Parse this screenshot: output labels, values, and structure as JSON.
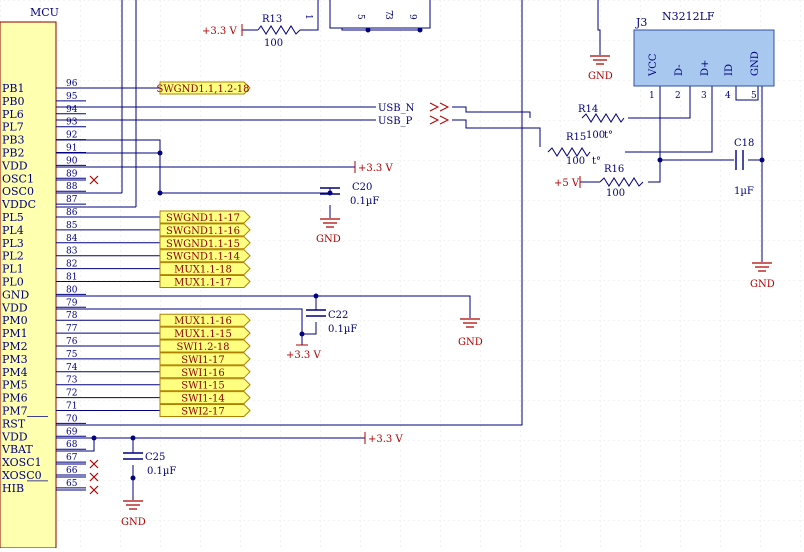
{
  "mcu": {
    "title": "MCU",
    "pins": [
      {
        "name": "PB1",
        "num": "96"
      },
      {
        "name": "PB0",
        "num": "95"
      },
      {
        "name": "PL6",
        "num": "94"
      },
      {
        "name": "PL7",
        "num": "93"
      },
      {
        "name": "PB3",
        "num": "92"
      },
      {
        "name": "PB2",
        "num": "91"
      },
      {
        "name": "VDD",
        "num": "90"
      },
      {
        "name": "OSC1",
        "num": "89"
      },
      {
        "name": "OSC0",
        "num": "88"
      },
      {
        "name": "VDDC",
        "num": "87"
      },
      {
        "name": "PL5",
        "num": "86"
      },
      {
        "name": "PL4",
        "num": "85"
      },
      {
        "name": "PL3",
        "num": "84"
      },
      {
        "name": "PL2",
        "num": "83"
      },
      {
        "name": "PL1",
        "num": "82"
      },
      {
        "name": "PL0",
        "num": "81"
      },
      {
        "name": "GND",
        "num": "80"
      },
      {
        "name": "VDD",
        "num": "79"
      },
      {
        "name": "PM0",
        "num": "78"
      },
      {
        "name": "PM1",
        "num": "77"
      },
      {
        "name": "PM2",
        "num": "76"
      },
      {
        "name": "PM3",
        "num": "75"
      },
      {
        "name": "PM4",
        "num": "74"
      },
      {
        "name": "PM5",
        "num": "73"
      },
      {
        "name": "PM6",
        "num": "72"
      },
      {
        "name": "PM7",
        "num": "71"
      },
      {
        "name": "RST",
        "num": "70"
      },
      {
        "name": "VDD",
        "num": "69"
      },
      {
        "name": "VBAT",
        "num": "68"
      },
      {
        "name": "XOSC1",
        "num": "67"
      },
      {
        "name": "XOSC0",
        "num": "66"
      },
      {
        "name": "HIB",
        "num": "65"
      }
    ]
  },
  "net_tags": [
    {
      "label": "SWGND1.1,1.2-18",
      "row": 0
    },
    {
      "label": "SWGND1.1-17",
      "row": 10
    },
    {
      "label": "SWGND1.1-16",
      "row": 11
    },
    {
      "label": "SWGND1.1-15",
      "row": 12
    },
    {
      "label": "SWGND1.1-14",
      "row": 13
    },
    {
      "label": "MUX1.1-18",
      "row": 14
    },
    {
      "label": "MUX1.1-17",
      "row": 15
    },
    {
      "label": "MUX1.1-16",
      "row": 18
    },
    {
      "label": "MUX1.1-15",
      "row": 19
    },
    {
      "label": "SWI1.2-18",
      "row": 20
    },
    {
      "label": "SWI1-17",
      "row": 21
    },
    {
      "label": "SWI1-16",
      "row": 22
    },
    {
      "label": "SWI1-15",
      "row": 23
    },
    {
      "label": "SWI1-14",
      "row": 24
    },
    {
      "label": "SWI2-17",
      "row": 25
    }
  ],
  "net_labels": {
    "usb_n": "USB_N",
    "usb_p": "USB_P"
  },
  "power": {
    "p33_top": "+3.3 V",
    "p33_mid": "+3.3 V",
    "p33_pm": "+3.3 V",
    "p33_bottom": "+3.3 V",
    "p5": "+5 V"
  },
  "grounds": {
    "top": "GND",
    "c20": "GND",
    "vdd": "GND",
    "c18": "GND",
    "c25": "GND"
  },
  "parts": {
    "r13": {
      "ref": "R13",
      "value": "100"
    },
    "r14": {
      "ref": "R14",
      "value": "100"
    },
    "r15": {
      "ref": "R15",
      "value": "100"
    },
    "r16": {
      "ref": "R16",
      "value": "100"
    },
    "c18": {
      "ref": "C18",
      "value": "1µF"
    },
    "c20": {
      "ref": "C20",
      "value": "0.1µF"
    },
    "c22": {
      "ref": "C22",
      "value": "0.1µF"
    },
    "c25": {
      "ref": "C25",
      "value": "0.1µF"
    },
    "temp_mark_a": "t°",
    "temp_mark_b": "t°"
  },
  "j3": {
    "ref": "J3",
    "part": "N3212LF",
    "pins": [
      {
        "name": "VCC",
        "num": "1"
      },
      {
        "name": "D-",
        "num": "2"
      },
      {
        "name": "D+",
        "num": "3"
      },
      {
        "name": "ID",
        "num": "4"
      },
      {
        "name": "GND",
        "num": "5"
      }
    ]
  },
  "top_connector": {
    "pins": [
      "1",
      "5",
      "3",
      "7",
      "9"
    ]
  },
  "colors": {
    "wire": "#000080",
    "part": "#8b0000",
    "tag_fill": "#ffff80",
    "j3_fill": "#a9c8f0",
    "j3_border": "#3050a0",
    "grid": "#cfcfcf",
    "mcu_fill": "#ffffb0"
  }
}
